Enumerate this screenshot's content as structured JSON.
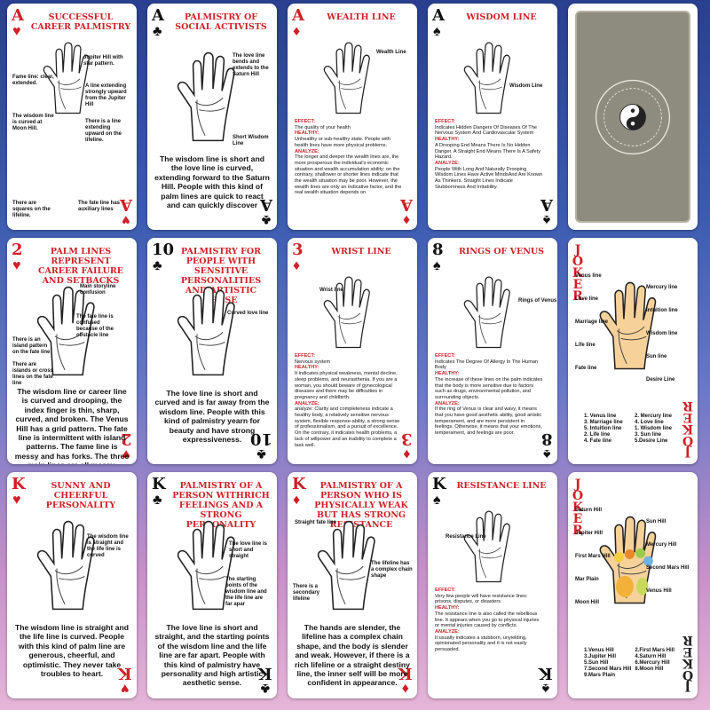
{
  "cards": [
    {
      "rank": "A",
      "suit": "♥",
      "title": "SUCCESSFUL CAREER PALMISTRY",
      "notes": [
        "Jupiter Hill with star pattern.",
        "Fame line: clear, extended.",
        "A line extending strongly upward from the Jupiter Hill",
        "The wisdom line is curved at Moon Hill.",
        "There is a line extending upward on the lifeline.",
        "There are squares on the lifeline.",
        "The fate line has auxiliary lines"
      ]
    },
    {
      "rank": "A",
      "suit": "♣",
      "title": "PALMISTRY OF SOCIAL ACTIVISTS",
      "notes": [
        "The love line bends and extends to the Saturn Hill",
        "Short Wisdom Line"
      ],
      "body": "The wisdom line is short and the love line is curved, extending forward to the Saturn Hill. People with this kind of palm lines are quick to react and can quickly discover"
    },
    {
      "rank": "A",
      "suit": "♦",
      "title": "WEALTH LINE",
      "notes": [
        "Wealth Line"
      ],
      "sections": [
        {
          "h": "EFFECT:",
          "p": "The quality of your health"
        },
        {
          "h": "HEALTHY:",
          "p": "Unhealthy or sub-healthy state. People with health lines have more physical problems."
        },
        {
          "h": "ANALYZE:",
          "p": "The longer and deeper the wealth lines are, the more prosperous the individual's economic situation and wealth accumulation ability; on the contrary, shallower or shorter lines indicate that the wealth situation may be poor. However, the wealth lines are only an indicative factor, and the real wealth situation depends on"
        }
      ]
    },
    {
      "rank": "A",
      "suit": "♠",
      "title": "WISDOM LINE",
      "notes": [
        "Wisdom Line"
      ],
      "sections": [
        {
          "h": "EFFECT:",
          "p": "Indicates Hidden Dangers Of Diseases Of The Nervous System And Cardiovascular System"
        },
        {
          "h": "HEALTHY:",
          "p": "A Drooping End Means There Is No Hidden Danger. A Straight End Means There Is A Safety Hazard."
        },
        {
          "h": "ANALYZE:",
          "p": "People With Long And Naturally Drooping Wisdom Lines Have Active MindsAnd Are Known As Thinkers. Straight Lines Indicate Stubbornness And Irritability."
        }
      ]
    },
    {
      "rank": "2",
      "suit": "♥",
      "title": "PALM LINES REPRESENT CAREER FAILURE AND SETBACKS",
      "notes": [
        "Main storyline confusion",
        "The fate line is confused because of the obstacle line",
        "There is an island pattern on the fate line",
        "There are islands or cross lines on the fate line"
      ],
      "body": "The wisdom line or career line is curved and drooping, the index finger is thin, sharp, curved, and broken. The Venus Hill has a grid pattern. The fate line is intermittent with island patterns. The fame line is messy and has forks. The three main lines are all messy."
    },
    {
      "rank": "10",
      "suit": "♣",
      "title": "PALMISTRY FOR PEOPLE WITH SENSITIVE PERSONALITIES AND ARTISTIC SENSE",
      "notes": [
        "Curved love line"
      ],
      "body": "The love line is short and curved and is far away from the wisdom line. People with this kind of palmistry yearn for beauty and have strong expressiveness."
    },
    {
      "rank": "3",
      "suit": "♦",
      "title": "WRIST LINE",
      "notes": [
        "Wrist line"
      ],
      "sections": [
        {
          "h": "EFFECT:",
          "p": "Nervous system"
        },
        {
          "h": "HEALTHY:",
          "p": "It indicates physical weakness, mental decline, sleep problems, and neurasthenia. If you are a woman, you should beware of gynecological diseases and there may be difficulties in pregnancy and childbirth."
        },
        {
          "h": "ANALYZE:",
          "p": "analyze: Clarity and completeness indicate a healthy body, a relatively sensitive nervous system, flexible response-ability, a strong sense of professionalism, and a pursuit of excellence. On the contrary, it indicates health problems, a lack of willpower and an inability to complete a task well."
        }
      ]
    },
    {
      "rank": "8",
      "suit": "♠",
      "title": "RINGS OF VENUS",
      "notes": [
        "Rings of Venus"
      ],
      "sections": [
        {
          "h": "EFFECT:",
          "p": "Indicates The Degree Of Allergy In The Human Body"
        },
        {
          "h": "HEALTHY:",
          "p": "The increase of these lines on the palm indicates that the body is more sensitive due to factors such as drugs, environmental pollution, and surrounding objects."
        },
        {
          "h": "ANALYZE:",
          "p": "If the ring of Venus is clear and wavy, it means that you have good aesthetic ability, good artistic temperament, and are more persistent in feelings. Otherwise, it means that your emotions, temperament, and feelings are poor."
        }
      ]
    },
    {
      "rank": "K",
      "suit": "♥",
      "title": "SUNNY AND CHEERFUL PERSONALITY",
      "notes": [
        "The wisdom line is straight and the life line is curved"
      ],
      "body": "The wisdom line is straight and the life line is curved. People with this kind of palm line are generous, cheerful, and optimistic. They never take troubles to heart."
    },
    {
      "rank": "K",
      "suit": "♣",
      "title": "PALMISTRY OF A PERSON WITHRICH FEELINGS AND A STRONG PERSONALITY",
      "notes": [
        "The love line is short and straight",
        "The starting points of the wisdom line and the life line are far apar"
      ],
      "body": "The love line is short and straight, and the starting points of the wisdom line and the life line are far apart. People with this kind of palmistry have personality and high artistic aesthetic sense."
    },
    {
      "rank": "K",
      "suit": "♦",
      "title": "PALMISTRY OF A PERSON WHO IS PHYSICALLY WEAK BUT HAS STRONG RESISTANCE",
      "notes": [
        "Straight fate line",
        "The lifeline has a complex chain shape",
        "There is a secondary lifeline"
      ],
      "body": "The hands are slender, the lifeline has a complex chain shape, and the body is slender and weak. However, if there is a rich lifeline or a straight destiny line, the inner self will be more confident in appearance."
    },
    {
      "rank": "K",
      "suit": "♠",
      "title": "RESISTANCE LINE",
      "notes": [
        "Resistance Line"
      ],
      "sections": [
        {
          "h": "EFFECT:",
          "p": "Very few people will have resistance lines: prisons, disputes, or disasters"
        },
        {
          "h": "HEALTHY:",
          "p": "The resistance line is also called the rebellious line. It appears when you go to physical injuries or mental injuries caused by conflicts."
        },
        {
          "h": "ANALYZE:",
          "p": "It usually indicates a stubborn, unyielding, opinionated personality and it is not easily persuaded."
        }
      ]
    }
  ],
  "joker1": {
    "word": "JOKER",
    "labels": [
      "Venus line",
      "Mercury line",
      "Love line",
      "Intuition line",
      "Marriage line",
      "Wisdom line",
      "Life line",
      "Sun line",
      "Fate line",
      "Desire Line"
    ],
    "legend": [
      "1. Venus line",
      "2. Mercury line",
      "3. Marriage line",
      "4. Love line",
      "5. Intuition line",
      "1. Wisdom line",
      "2. Life line",
      "3. Sun line",
      "4. Fate line",
      "5.Desire Line"
    ]
  },
  "joker2": {
    "word": "JOKER",
    "labels": [
      "Saturn Hill",
      "Sun Hill",
      "Jupiter Hill",
      "Mercury Hill",
      "First Mars Hill",
      "Second Mars Hill",
      "Mar Plain",
      "Venus Hill",
      "Moon Hill"
    ],
    "legend": [
      "1.Venus Hill",
      "2.First Mars Hill",
      "3.Jupiter Hill",
      "4.Saturn Hill",
      "5.Sun Hill",
      "6.Mercury Hill",
      "7.Second Mars Hill",
      "8.Moon Hill",
      "9.Mars Plain"
    ]
  },
  "colors": {
    "red": "#d21f26",
    "back": "#8e8c7f",
    "palm": "#f6d29a"
  },
  "icons": {
    "back_center": "yin-yang-icon",
    "palm": "hand-outline-icon"
  }
}
